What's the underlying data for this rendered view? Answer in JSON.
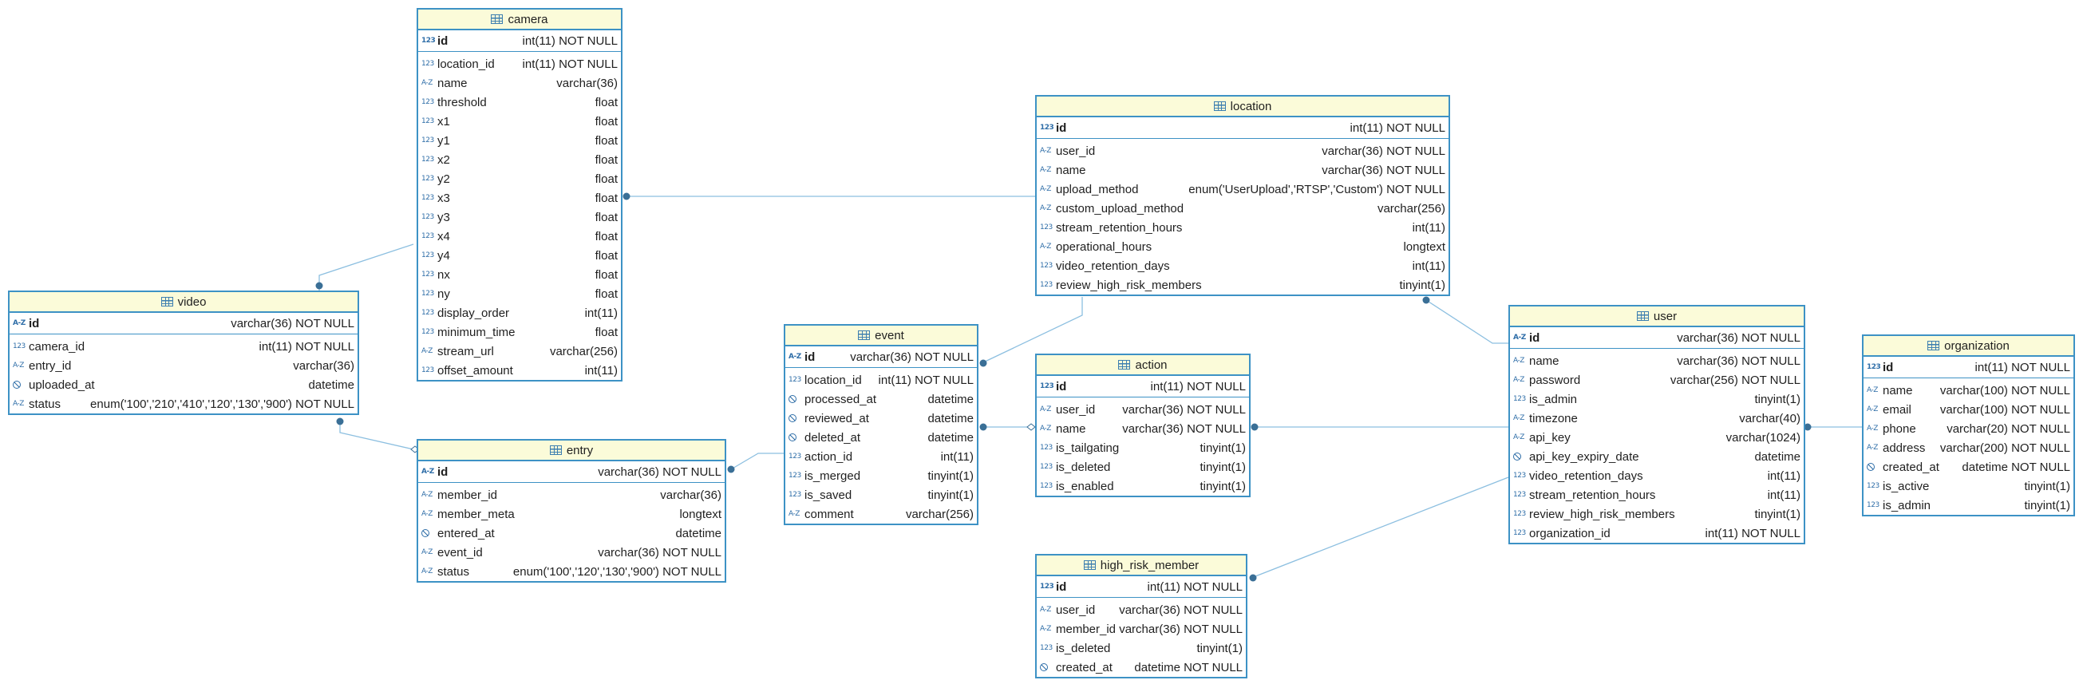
{
  "colors": {
    "border": "#3d92c5",
    "header_bg": "#fbfbd9",
    "connector": "#8cbfe0",
    "connector_dot": "#3a6f96",
    "icon": "#2f6ea8"
  },
  "entities": [
    {
      "id": "camera",
      "title": "camera",
      "pk": {
        "name": "id",
        "type": "int(11) NOT NULL",
        "icon": "123"
      },
      "columns": [
        {
          "name": "location_id",
          "type": "int(11) NOT NULL",
          "icon": "123"
        },
        {
          "name": "name",
          "type": "varchar(36)",
          "icon": "A-Z"
        },
        {
          "name": "threshold",
          "type": "float",
          "icon": "123"
        },
        {
          "name": "x1",
          "type": "float",
          "icon": "123"
        },
        {
          "name": "y1",
          "type": "float",
          "icon": "123"
        },
        {
          "name": "x2",
          "type": "float",
          "icon": "123"
        },
        {
          "name": "y2",
          "type": "float",
          "icon": "123"
        },
        {
          "name": "x3",
          "type": "float",
          "icon": "123"
        },
        {
          "name": "y3",
          "type": "float",
          "icon": "123"
        },
        {
          "name": "x4",
          "type": "float",
          "icon": "123"
        },
        {
          "name": "y4",
          "type": "float",
          "icon": "123"
        },
        {
          "name": "nx",
          "type": "float",
          "icon": "123"
        },
        {
          "name": "ny",
          "type": "float",
          "icon": "123"
        },
        {
          "name": "display_order",
          "type": "int(11)",
          "icon": "123"
        },
        {
          "name": "minimum_time",
          "type": "float",
          "icon": "123"
        },
        {
          "name": "stream_url",
          "type": "varchar(256)",
          "icon": "A-Z"
        },
        {
          "name": "offset_amount",
          "type": "int(11)",
          "icon": "123"
        }
      ]
    },
    {
      "id": "location",
      "title": "location",
      "pk": {
        "name": "id",
        "type": "int(11) NOT NULL",
        "icon": "123"
      },
      "columns": [
        {
          "name": "user_id",
          "type": "varchar(36) NOT NULL",
          "icon": "A-Z"
        },
        {
          "name": "name",
          "type": "varchar(36) NOT NULL",
          "icon": "A-Z"
        },
        {
          "name": "upload_method",
          "type": "enum('UserUpload','RTSP','Custom') NOT NULL",
          "icon": "A-Z"
        },
        {
          "name": "custom_upload_method",
          "type": "varchar(256)",
          "icon": "A-Z"
        },
        {
          "name": "stream_retention_hours",
          "type": "int(11)",
          "icon": "123"
        },
        {
          "name": "operational_hours",
          "type": "longtext",
          "icon": "A-Z"
        },
        {
          "name": "video_retention_days",
          "type": "int(11)",
          "icon": "123"
        },
        {
          "name": "review_high_risk_members",
          "type": "tinyint(1)",
          "icon": "123"
        }
      ]
    },
    {
      "id": "video",
      "title": "video",
      "pk": {
        "name": "id",
        "type": "varchar(36) NOT NULL",
        "icon": "A-Z"
      },
      "columns": [
        {
          "name": "camera_id",
          "type": "int(11) NOT NULL",
          "icon": "123"
        },
        {
          "name": "entry_id",
          "type": "varchar(36)",
          "icon": "A-Z"
        },
        {
          "name": "uploaded_at",
          "type": "datetime",
          "icon": "clock"
        },
        {
          "name": "status",
          "type": "enum('100','210','410','120','130','900') NOT NULL",
          "icon": "A-Z"
        }
      ]
    },
    {
      "id": "event",
      "title": "event",
      "pk": {
        "name": "id",
        "type": "varchar(36) NOT NULL",
        "icon": "A-Z"
      },
      "columns": [
        {
          "name": "location_id",
          "type": "int(11) NOT NULL",
          "icon": "123"
        },
        {
          "name": "processed_at",
          "type": "datetime",
          "icon": "clock"
        },
        {
          "name": "reviewed_at",
          "type": "datetime",
          "icon": "clock"
        },
        {
          "name": "deleted_at",
          "type": "datetime",
          "icon": "clock"
        },
        {
          "name": "action_id",
          "type": "int(11)",
          "icon": "123"
        },
        {
          "name": "is_merged",
          "type": "tinyint(1)",
          "icon": "123"
        },
        {
          "name": "is_saved",
          "type": "tinyint(1)",
          "icon": "123"
        },
        {
          "name": "comment",
          "type": "varchar(256)",
          "icon": "A-Z"
        }
      ]
    },
    {
      "id": "action",
      "title": "action",
      "pk": {
        "name": "id",
        "type": "int(11) NOT NULL",
        "icon": "123"
      },
      "columns": [
        {
          "name": "user_id",
          "type": "varchar(36) NOT NULL",
          "icon": "A-Z"
        },
        {
          "name": "name",
          "type": "varchar(36) NOT NULL",
          "icon": "A-Z"
        },
        {
          "name": "is_tailgating",
          "type": "tinyint(1)",
          "icon": "123"
        },
        {
          "name": "is_deleted",
          "type": "tinyint(1)",
          "icon": "123"
        },
        {
          "name": "is_enabled",
          "type": "tinyint(1)",
          "icon": "123"
        }
      ]
    },
    {
      "id": "user",
      "title": "user",
      "pk": {
        "name": "id",
        "type": "varchar(36) NOT NULL",
        "icon": "A-Z"
      },
      "columns": [
        {
          "name": "name",
          "type": "varchar(36) NOT NULL",
          "icon": "A-Z"
        },
        {
          "name": "password",
          "type": "varchar(256) NOT NULL",
          "icon": "A-Z"
        },
        {
          "name": "is_admin",
          "type": "tinyint(1)",
          "icon": "123"
        },
        {
          "name": "timezone",
          "type": "varchar(40)",
          "icon": "A-Z"
        },
        {
          "name": "api_key",
          "type": "varchar(1024)",
          "icon": "A-Z"
        },
        {
          "name": "api_key_expiry_date",
          "type": "datetime",
          "icon": "clock"
        },
        {
          "name": "video_retention_days",
          "type": "int(11)",
          "icon": "123"
        },
        {
          "name": "stream_retention_hours",
          "type": "int(11)",
          "icon": "123"
        },
        {
          "name": "review_high_risk_members",
          "type": "tinyint(1)",
          "icon": "123"
        },
        {
          "name": "organization_id",
          "type": "int(11) NOT NULL",
          "icon": "123"
        }
      ]
    },
    {
      "id": "organization",
      "title": "organization",
      "pk": {
        "name": "id",
        "type": "int(11) NOT NULL",
        "icon": "123"
      },
      "columns": [
        {
          "name": "name",
          "type": "varchar(100) NOT NULL",
          "icon": "A-Z"
        },
        {
          "name": "email",
          "type": "varchar(100) NOT NULL",
          "icon": "A-Z"
        },
        {
          "name": "phone",
          "type": "varchar(20) NOT NULL",
          "icon": "A-Z"
        },
        {
          "name": "address",
          "type": "varchar(200) NOT NULL",
          "icon": "A-Z"
        },
        {
          "name": "created_at",
          "type": "datetime NOT NULL",
          "icon": "clock"
        },
        {
          "name": "is_active",
          "type": "tinyint(1)",
          "icon": "123"
        },
        {
          "name": "is_admin",
          "type": "tinyint(1)",
          "icon": "123"
        }
      ]
    },
    {
      "id": "entry",
      "title": "entry",
      "pk": {
        "name": "id",
        "type": "varchar(36) NOT NULL",
        "icon": "A-Z"
      },
      "columns": [
        {
          "name": "member_id",
          "type": "varchar(36)",
          "icon": "A-Z"
        },
        {
          "name": "member_meta",
          "type": "longtext",
          "icon": "A-Z"
        },
        {
          "name": "entered_at",
          "type": "datetime",
          "icon": "clock"
        },
        {
          "name": "event_id",
          "type": "varchar(36) NOT NULL",
          "icon": "A-Z"
        },
        {
          "name": "status",
          "type": "enum('100','120','130','900') NOT NULL",
          "icon": "A-Z"
        }
      ]
    },
    {
      "id": "high_risk_member",
      "title": "high_risk_member",
      "pk": {
        "name": "id",
        "type": "int(11) NOT NULL",
        "icon": "123"
      },
      "columns": [
        {
          "name": "user_id",
          "type": "varchar(36) NOT NULL",
          "icon": "A-Z"
        },
        {
          "name": "member_id",
          "type": "varchar(36) NOT NULL",
          "icon": "A-Z"
        },
        {
          "name": "is_deleted",
          "type": "tinyint(1)",
          "icon": "123"
        },
        {
          "name": "created_at",
          "type": "datetime NOT NULL",
          "icon": "clock"
        }
      ]
    }
  ]
}
